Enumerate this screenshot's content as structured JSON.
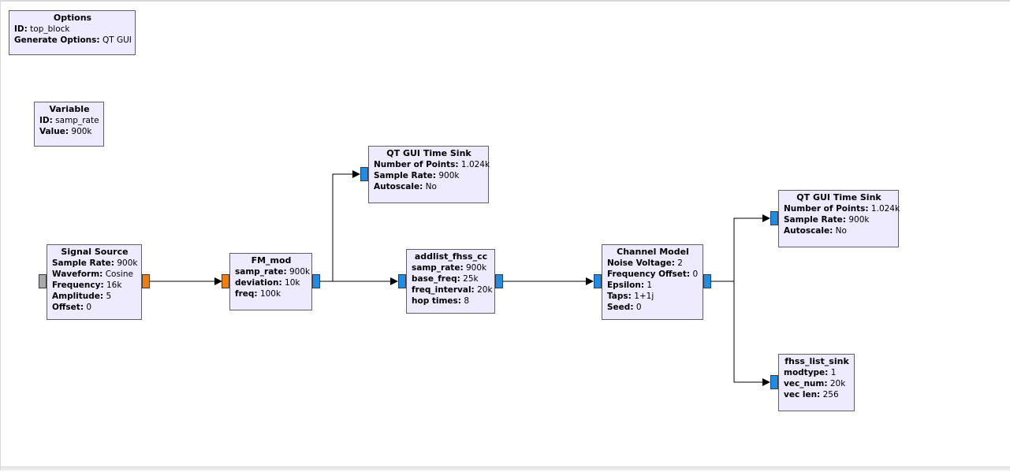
{
  "options": {
    "title": "Options",
    "rows": [
      {
        "k": "ID:",
        "v": "top_block"
      },
      {
        "k": "Generate Options:",
        "v": "QT GUI"
      }
    ]
  },
  "variable": {
    "title": "Variable",
    "rows": [
      {
        "k": "ID:",
        "v": "samp_rate"
      },
      {
        "k": "Value:",
        "v": "900k"
      }
    ]
  },
  "signal_source": {
    "title": "Signal Source",
    "rows": [
      {
        "k": "Sample Rate:",
        "v": "900k"
      },
      {
        "k": "Waveform:",
        "v": "Cosine"
      },
      {
        "k": "Frequency:",
        "v": "16k"
      },
      {
        "k": "Amplitude:",
        "v": "5"
      },
      {
        "k": "Offset:",
        "v": "0"
      }
    ]
  },
  "fm_mod": {
    "title": "FM_mod",
    "rows": [
      {
        "k": "samp_rate:",
        "v": "900k"
      },
      {
        "k": "deviation:",
        "v": "10k"
      },
      {
        "k": "freq:",
        "v": "100k"
      }
    ]
  },
  "time_sink_1": {
    "title": "QT GUI Time Sink",
    "rows": [
      {
        "k": "Number of Points:",
        "v": "1.024k"
      },
      {
        "k": "Sample Rate:",
        "v": "900k"
      },
      {
        "k": "Autoscale:",
        "v": "No"
      }
    ]
  },
  "addlist": {
    "title": "addlist_fhss_cc",
    "rows": [
      {
        "k": "samp_rate:",
        "v": "900k"
      },
      {
        "k": "base_freq:",
        "v": "25k"
      },
      {
        "k": "freq_interval:",
        "v": "20k"
      },
      {
        "k": "hop times:",
        "v": "8"
      }
    ]
  },
  "channel_model": {
    "title": "Channel Model",
    "rows": [
      {
        "k": "Noise Voltage:",
        "v": "2"
      },
      {
        "k": "Frequency Offset:",
        "v": "0"
      },
      {
        "k": "Epsilon:",
        "v": "1"
      },
      {
        "k": "Taps:",
        "v": "1+1j"
      },
      {
        "k": "Seed:",
        "v": "0"
      }
    ]
  },
  "time_sink_2": {
    "title": "QT GUI Time Sink",
    "rows": [
      {
        "k": "Number of Points:",
        "v": "1.024k"
      },
      {
        "k": "Sample Rate:",
        "v": "900k"
      },
      {
        "k": "Autoscale:",
        "v": "No"
      }
    ]
  },
  "list_sink": {
    "title": "fhss_list_sink",
    "rows": [
      {
        "k": "modtype:",
        "v": "1"
      },
      {
        "k": "vec_num:",
        "v": "20k"
      },
      {
        "k": "vec len:",
        "v": "256"
      }
    ]
  },
  "colors": {
    "block_fill": "#eeeaff",
    "port_complex": "#1f8de6",
    "port_float": "#f27d0c",
    "port_unused": "#a8a8a8"
  }
}
